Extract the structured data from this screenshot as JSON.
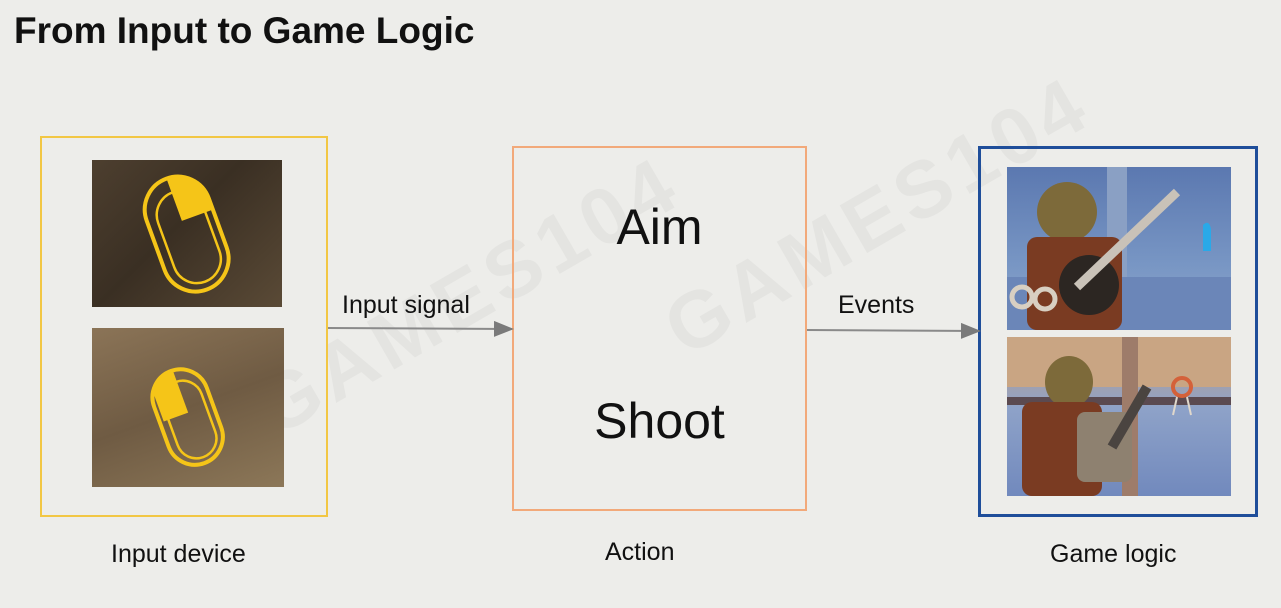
{
  "title": "From Input to Game Logic",
  "input_box": {
    "caption": "Input device",
    "images": [
      {
        "name": "mouse-icon-highlight-top",
        "icon": "mouse-icon"
      },
      {
        "name": "mouse-icon-highlight-bottom",
        "icon": "mouse-icon"
      }
    ],
    "border_color": "#f2c744"
  },
  "action_box": {
    "caption": "Action",
    "items": [
      "Aim",
      "Shoot"
    ],
    "border_color": "#f2a97a"
  },
  "game_box": {
    "caption": "Game logic",
    "border_color": "#1f4e9a"
  },
  "arrows": {
    "input_signal": "Input signal",
    "events": "Events"
  },
  "watermark": "GAMES104"
}
